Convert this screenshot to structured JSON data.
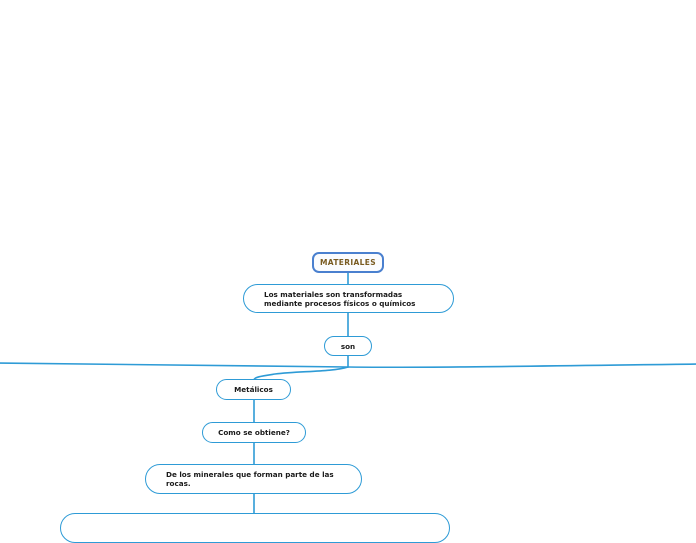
{
  "diagram": {
    "type": "mind-map",
    "title": "MATERIALES",
    "colors": {
      "edge": "#2e9bd6",
      "node_border": "#2e9bd6",
      "node_fill": "#ffffff",
      "root_border": "#4a80cf",
      "root_fill": "#fbfcfe",
      "root_text": "#7a5c22",
      "node_text": "#1a1a1a",
      "background": "#ffffff"
    },
    "nodes": [
      {
        "id": "root",
        "label": "MATERIALES"
      },
      {
        "id": "statement",
        "label": "Los materiales son transformadas\nmediante procesos físicos o químicos"
      },
      {
        "id": "son",
        "label": "son"
      },
      {
        "id": "metalicos",
        "label": "Metálicos"
      },
      {
        "id": "como",
        "label": "Como se obtiene?"
      },
      {
        "id": "minerales",
        "label": "De los minerales que forman parte de las\nrocas."
      },
      {
        "id": "bottom",
        "label": ""
      }
    ]
  }
}
